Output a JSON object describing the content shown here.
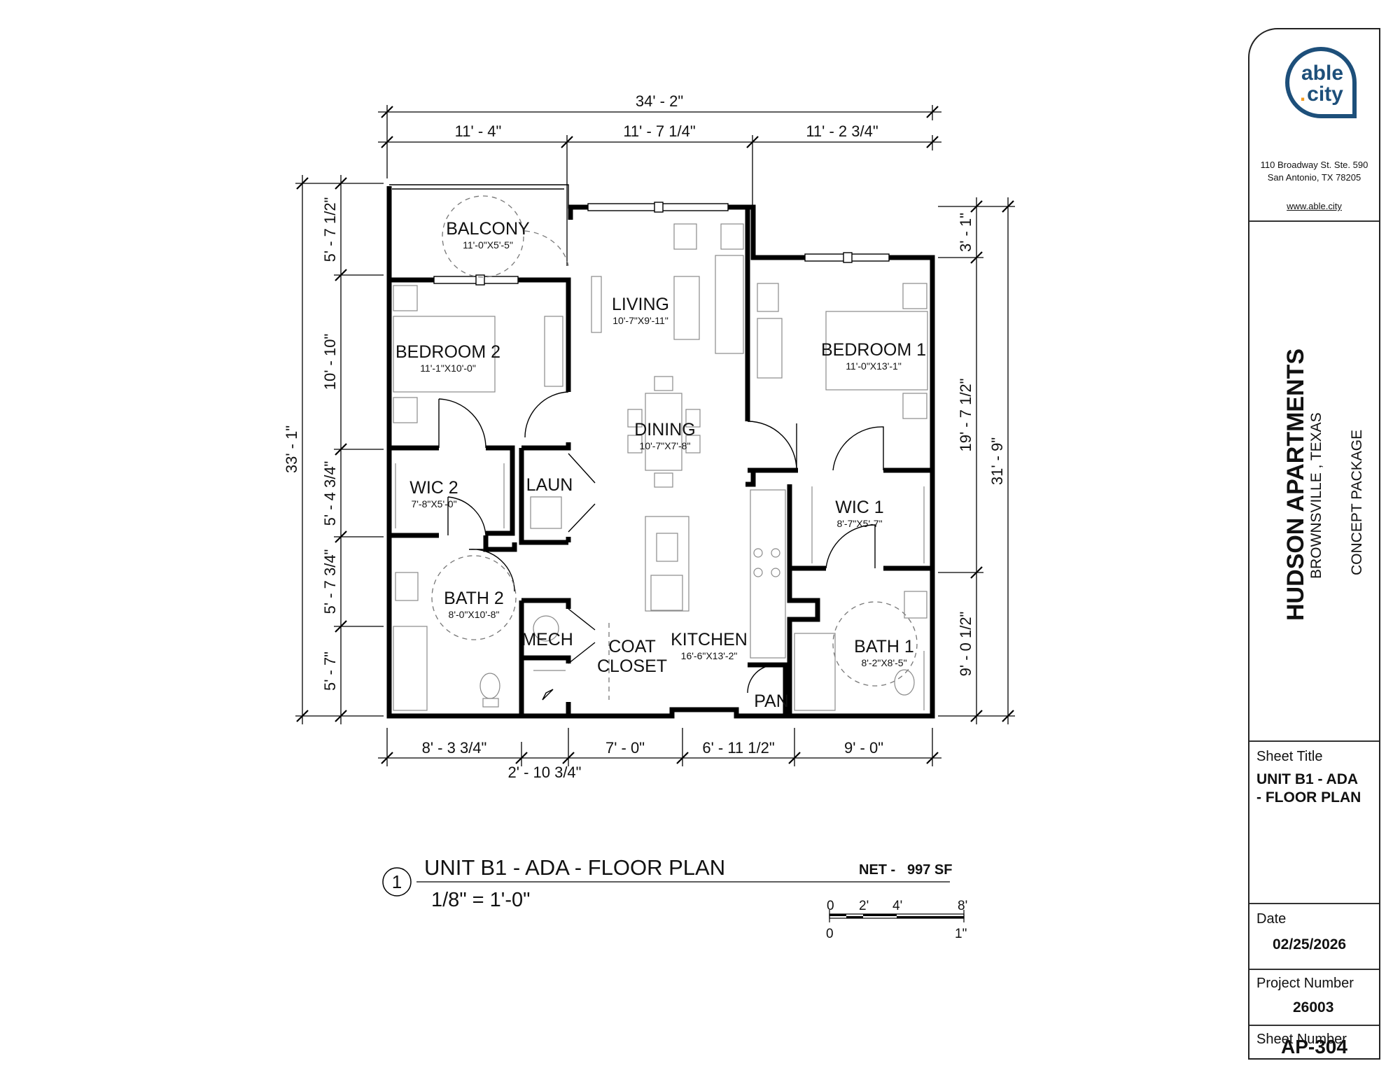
{
  "rooms": {
    "balcony": {
      "name": "BALCONY",
      "size": "11'-0\"X5'-5\""
    },
    "living": {
      "name": "LIVING",
      "size": "10'-7\"X9'-11\""
    },
    "bedroom2": {
      "name": "BEDROOM 2",
      "size": "11'-1\"X10'-0\""
    },
    "bedroom1": {
      "name": "BEDROOM 1",
      "size": "11'-0\"X13'-1\""
    },
    "dining": {
      "name": "DINING",
      "size": "10'-7\"X7'-8\""
    },
    "wic2": {
      "name": "WIC 2",
      "size": "7'-8\"X5'-0\""
    },
    "laun": {
      "name": "LAUN"
    },
    "wic1": {
      "name": "WIC 1",
      "size": "8'-7\"X5'-7\""
    },
    "bath2": {
      "name": "BATH 2",
      "size": "8'-0\"X10'-8\""
    },
    "mech": {
      "name": "MECH"
    },
    "coat_closet": {
      "line1": "COAT",
      "line2": "CLOSET"
    },
    "kitchen": {
      "name": "KITCHEN",
      "size": "16'-6\"X13'-2\""
    },
    "bath1": {
      "name": "BATH 1",
      "size": "8'-2\"X8'-5\""
    },
    "pan": {
      "name": "PAN"
    }
  },
  "dimensions": {
    "top_overall": "34' - 2\"",
    "top_1": "11' - 4\"",
    "top_2": "11' - 7 1/4\"",
    "top_3": "11' - 2 3/4\"",
    "left_overall": "33' - 1\"",
    "left_1": "5' - 7 1/2\"",
    "left_2": "10' - 10\"",
    "left_3": "5' - 4 3/4\"",
    "left_4": "5' - 7 3/4\"",
    "left_5": "5' - 7\"",
    "right_overall": "31' - 9\"",
    "right_1": "3' - 1\"",
    "right_2": "19' - 7 1/2\"",
    "right_3": "9' - 0 1/2\"",
    "bottom_1": "8' - 3 3/4\"",
    "bottom_2": "2' - 10 3/4\"",
    "bottom_3": "7' - 0\"",
    "bottom_4": "6' - 11 1/2\"",
    "bottom_5": "9' - 0\""
  },
  "drawing_title": {
    "number": "1",
    "title": "UNIT B1 - ADA - FLOOR PLAN",
    "scale": "1/8\" = 1'-0\"",
    "net_label": "NET -",
    "net_value": "997 SF"
  },
  "scale_bar": {
    "t0": "0",
    "t2": "2'",
    "t4": "4'",
    "t8": "8'",
    "b0": "0",
    "b1": "1\""
  },
  "title_block": {
    "logo_line1": "able",
    "logo_dot": ".",
    "logo_line2": "city",
    "address_line1": "110 Broadway St. Ste. 590",
    "address_line2": "San Antonio, TX 78205",
    "website": "www.able.city",
    "project_name": "HUDSON APARTMENTS",
    "project_location": "BROWNSVILLE , TEXAS",
    "package": "CONCEPT PACKAGE",
    "sheet_title_label": "Sheet Title",
    "sheet_title_line1": "UNIT B1 - ADA",
    "sheet_title_line2": "- FLOOR PLAN",
    "date_label": "Date",
    "date_value": "02/25/2026",
    "project_number_label": "Project Number",
    "project_number_value": "26003",
    "sheet_number_label": "Sheet Number",
    "sheet_number_value": "AP-304"
  },
  "colors": {
    "logo_blue": "#1d4f7a",
    "logo_orange": "#f29a1f",
    "ink": "#111111"
  }
}
